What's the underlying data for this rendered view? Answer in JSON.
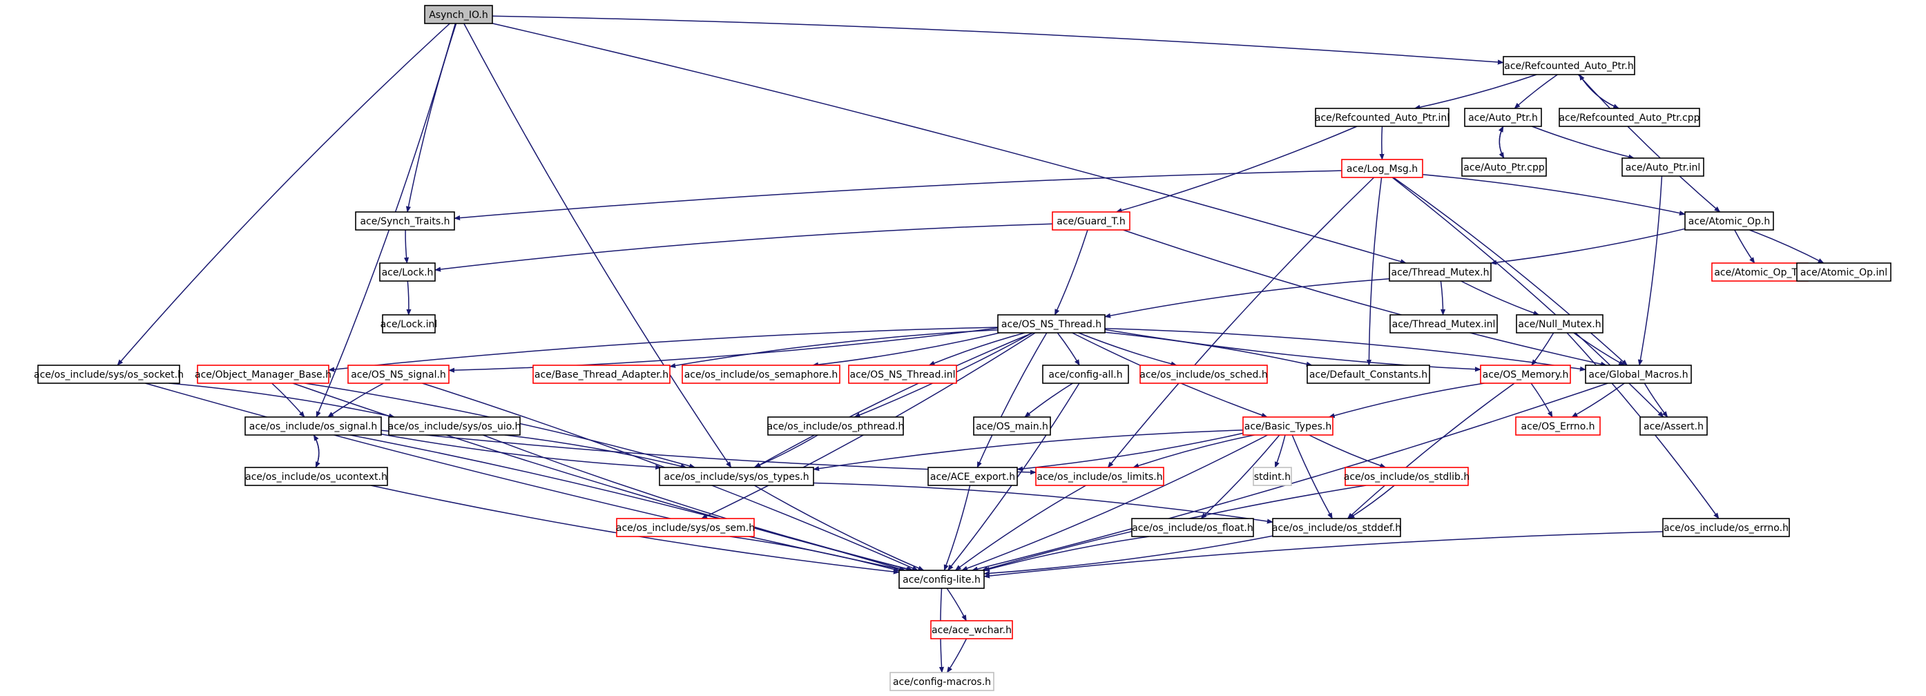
{
  "colors": {
    "edge": "#191970",
    "border_default": "#000000",
    "border_red": "#ff0000",
    "border_grey": "#bfbfbf",
    "fill_root": "#bfbfbf",
    "fill_default": "#ffffff"
  },
  "nodes": [
    {
      "id": "asynch_io",
      "label": "Asynch_IO.h",
      "style": "root"
    },
    {
      "id": "refcounted_auto_ptr_h",
      "label": "ace/Refcounted_Auto_Ptr.h",
      "style": "black"
    },
    {
      "id": "refcounted_auto_ptr_inl",
      "label": "ace/Refcounted_Auto_Ptr.inl",
      "style": "black"
    },
    {
      "id": "auto_ptr_h",
      "label": "ace/Auto_Ptr.h",
      "style": "black"
    },
    {
      "id": "refcounted_auto_ptr_cpp",
      "label": "ace/Refcounted_Auto_Ptr.cpp",
      "style": "black"
    },
    {
      "id": "auto_ptr_cpp",
      "label": "ace/Auto_Ptr.cpp",
      "style": "black"
    },
    {
      "id": "auto_ptr_inl",
      "label": "ace/Auto_Ptr.inl",
      "style": "black"
    },
    {
      "id": "log_msg",
      "label": "ace/Log_Msg.h",
      "style": "red"
    },
    {
      "id": "synch_traits",
      "label": "ace/Synch_Traits.h",
      "style": "black"
    },
    {
      "id": "guard_t",
      "label": "ace/Guard_T.h",
      "style": "red"
    },
    {
      "id": "atomic_op_h",
      "label": "ace/Atomic_Op.h",
      "style": "black"
    },
    {
      "id": "lock_h",
      "label": "ace/Lock.h",
      "style": "black"
    },
    {
      "id": "thread_mutex_h",
      "label": "ace/Thread_Mutex.h",
      "style": "black"
    },
    {
      "id": "atomic_op_t",
      "label": "ace/Atomic_Op_T.h",
      "style": "red"
    },
    {
      "id": "atomic_op_inl",
      "label": "ace/Atomic_Op.inl",
      "style": "black"
    },
    {
      "id": "lock_inl",
      "label": "ace/Lock.inl",
      "style": "black"
    },
    {
      "id": "os_ns_thread_h",
      "label": "ace/OS_NS_Thread.h",
      "style": "black"
    },
    {
      "id": "thread_mutex_inl",
      "label": "ace/Thread_Mutex.inl",
      "style": "black"
    },
    {
      "id": "null_mutex",
      "label": "ace/Null_Mutex.h",
      "style": "black"
    },
    {
      "id": "sys_socket",
      "label": "ace/os_include/sys/os_socket.h",
      "style": "black"
    },
    {
      "id": "object_manager_base",
      "label": "ace/Object_Manager_Base.h",
      "style": "red"
    },
    {
      "id": "os_ns_signal",
      "label": "ace/OS_NS_signal.h",
      "style": "red"
    },
    {
      "id": "base_thread_adapter",
      "label": "ace/Base_Thread_Adapter.h",
      "style": "red"
    },
    {
      "id": "os_semaphore",
      "label": "ace/os_include/os_semaphore.h",
      "style": "red"
    },
    {
      "id": "os_ns_thread_inl",
      "label": "ace/OS_NS_Thread.inl",
      "style": "red"
    },
    {
      "id": "config_all",
      "label": "ace/config-all.h",
      "style": "black"
    },
    {
      "id": "os_sched",
      "label": "ace/os_include/os_sched.h",
      "style": "red"
    },
    {
      "id": "default_constants",
      "label": "ace/Default_Constants.h",
      "style": "black"
    },
    {
      "id": "os_memory",
      "label": "ace/OS_Memory.h",
      "style": "red"
    },
    {
      "id": "global_macros",
      "label": "ace/Global_Macros.h",
      "style": "black"
    },
    {
      "id": "os_signal",
      "label": "ace/os_include/os_signal.h",
      "style": "black"
    },
    {
      "id": "sys_uio",
      "label": "ace/os_include/sys/os_uio.h",
      "style": "black"
    },
    {
      "id": "os_pthread",
      "label": "ace/os_include/os_pthread.h",
      "style": "black"
    },
    {
      "id": "os_main",
      "label": "ace/OS_main.h",
      "style": "black"
    },
    {
      "id": "basic_types",
      "label": "ace/Basic_Types.h",
      "style": "red"
    },
    {
      "id": "os_errno_red",
      "label": "ace/OS_Errno.h",
      "style": "red"
    },
    {
      "id": "assert_h",
      "label": "ace/Assert.h",
      "style": "black"
    },
    {
      "id": "os_ucontext",
      "label": "ace/os_include/os_ucontext.h",
      "style": "black"
    },
    {
      "id": "sys_types",
      "label": "ace/os_include/sys/os_types.h",
      "style": "black"
    },
    {
      "id": "ace_export",
      "label": "ace/ACE_export.h",
      "style": "black"
    },
    {
      "id": "os_limits",
      "label": "ace/os_include/os_limits.h",
      "style": "red"
    },
    {
      "id": "stdint",
      "label": "stdint.h",
      "style": "grey"
    },
    {
      "id": "os_stdlib",
      "label": "ace/os_include/os_stdlib.h",
      "style": "red"
    },
    {
      "id": "sys_sem",
      "label": "ace/os_include/sys/os_sem.h",
      "style": "red"
    },
    {
      "id": "os_float",
      "label": "ace/os_include/os_float.h",
      "style": "black"
    },
    {
      "id": "os_stddef",
      "label": "ace/os_include/os_stddef.h",
      "style": "black"
    },
    {
      "id": "os_errno",
      "label": "ace/os_include/os_errno.h",
      "style": "black"
    },
    {
      "id": "config_lite",
      "label": "ace/config-lite.h",
      "style": "black"
    },
    {
      "id": "ace_wchar",
      "label": "ace/ace_wchar.h",
      "style": "red"
    },
    {
      "id": "config_macros",
      "label": "ace/config-macros.h",
      "style": "grey"
    }
  ],
  "edges": [
    [
      "asynch_io",
      "refcounted_auto_ptr_h"
    ],
    [
      "asynch_io",
      "synch_traits"
    ],
    [
      "asynch_io",
      "thread_mutex_h"
    ],
    [
      "asynch_io",
      "sys_socket"
    ],
    [
      "asynch_io",
      "os_signal"
    ],
    [
      "asynch_io",
      "sys_types"
    ],
    [
      "refcounted_auto_ptr_h",
      "refcounted_auto_ptr_inl"
    ],
    [
      "refcounted_auto_ptr_h",
      "auto_ptr_h"
    ],
    [
      "refcounted_auto_ptr_h",
      "refcounted_auto_ptr_cpp"
    ],
    [
      "refcounted_auto_ptr_h",
      "atomic_op_h"
    ],
    [
      "refcounted_auto_ptr_cpp",
      "refcounted_auto_ptr_h"
    ],
    [
      "refcounted_auto_ptr_inl",
      "log_msg"
    ],
    [
      "refcounted_auto_ptr_inl",
      "guard_t"
    ],
    [
      "auto_ptr_h",
      "auto_ptr_cpp"
    ],
    [
      "auto_ptr_cpp",
      "auto_ptr_h"
    ],
    [
      "auto_ptr_h",
      "auto_ptr_inl"
    ],
    [
      "auto_ptr_inl",
      "global_macros"
    ],
    [
      "log_msg",
      "synch_traits"
    ],
    [
      "log_msg",
      "atomic_op_h"
    ],
    [
      "log_msg",
      "default_constants"
    ],
    [
      "log_msg",
      "global_macros"
    ],
    [
      "log_msg",
      "os_limits"
    ],
    [
      "log_msg",
      "assert_h"
    ],
    [
      "synch_traits",
      "lock_h"
    ],
    [
      "lock_h",
      "lock_inl"
    ],
    [
      "guard_t",
      "lock_h"
    ],
    [
      "guard_t",
      "os_ns_thread_h"
    ],
    [
      "guard_t",
      "global_macros"
    ],
    [
      "atomic_op_h",
      "thread_mutex_h"
    ],
    [
      "atomic_op_h",
      "atomic_op_t"
    ],
    [
      "atomic_op_h",
      "atomic_op_inl"
    ],
    [
      "thread_mutex_h",
      "os_ns_thread_h"
    ],
    [
      "thread_mutex_h",
      "thread_mutex_inl"
    ],
    [
      "thread_mutex_h",
      "null_mutex"
    ],
    [
      "null_mutex",
      "os_memory"
    ],
    [
      "null_mutex",
      "global_macros"
    ],
    [
      "null_mutex",
      "os_errno"
    ],
    [
      "os_ns_thread_h",
      "object_manager_base"
    ],
    [
      "os_ns_thread_h",
      "os_ns_signal"
    ],
    [
      "os_ns_thread_h",
      "base_thread_adapter"
    ],
    [
      "os_ns_thread_h",
      "os_semaphore"
    ],
    [
      "os_ns_thread_h",
      "os_ns_thread_inl"
    ],
    [
      "os_ns_thread_h",
      "config_all"
    ],
    [
      "os_ns_thread_h",
      "os_sched"
    ],
    [
      "os_ns_thread_h",
      "default_constants"
    ],
    [
      "os_ns_thread_h",
      "os_memory"
    ],
    [
      "os_ns_thread_h",
      "global_macros"
    ],
    [
      "os_ns_thread_h",
      "basic_types"
    ],
    [
      "os_ns_thread_h",
      "os_pthread"
    ],
    [
      "os_ns_thread_h",
      "ace_export"
    ],
    [
      "os_ns_thread_h",
      "sys_sem"
    ],
    [
      "os_ns_thread_h",
      "sys_types"
    ],
    [
      "sys_socket",
      "sys_uio"
    ],
    [
      "sys_socket",
      "config_lite"
    ],
    [
      "object_manager_base",
      "os_signal"
    ],
    [
      "object_manager_base",
      "config_lite"
    ],
    [
      "object_manager_base",
      "sys_types"
    ],
    [
      "os_ns_signal",
      "os_signal"
    ],
    [
      "os_ns_signal",
      "config_lite"
    ],
    [
      "config_all",
      "os_main"
    ],
    [
      "config_all",
      "config_lite"
    ],
    [
      "os_memory",
      "basic_types"
    ],
    [
      "os_memory",
      "os_errno_red"
    ],
    [
      "os_memory",
      "os_stddef"
    ],
    [
      "global_macros",
      "os_errno_red"
    ],
    [
      "global_macros",
      "assert_h"
    ],
    [
      "global_macros",
      "config_lite"
    ],
    [
      "os_signal",
      "os_ucontext"
    ],
    [
      "os_ucontext",
      "os_signal"
    ],
    [
      "os_signal",
      "sys_types"
    ],
    [
      "os_signal",
      "config_lite"
    ],
    [
      "os_signal",
      "os_limits"
    ],
    [
      "sys_uio",
      "sys_types"
    ],
    [
      "sys_uio",
      "config_lite"
    ],
    [
      "os_pthread",
      "sys_types"
    ],
    [
      "basic_types",
      "sys_types"
    ],
    [
      "basic_types",
      "ace_export"
    ],
    [
      "basic_types",
      "os_limits"
    ],
    [
      "basic_types",
      "stdint"
    ],
    [
      "basic_types",
      "os_stdlib"
    ],
    [
      "basic_types",
      "os_float"
    ],
    [
      "basic_types",
      "os_stddef"
    ],
    [
      "basic_types",
      "config_lite"
    ],
    [
      "os_ucontext",
      "config_lite"
    ],
    [
      "sys_types",
      "os_stddef"
    ],
    [
      "sys_types",
      "config_lite"
    ],
    [
      "ace_export",
      "config_lite"
    ],
    [
      "os_limits",
      "config_lite"
    ],
    [
      "os_stdlib",
      "os_stddef"
    ],
    [
      "os_stdlib",
      "config_lite"
    ],
    [
      "sys_sem",
      "config_lite"
    ],
    [
      "os_float",
      "config_lite"
    ],
    [
      "os_stddef",
      "config_lite"
    ],
    [
      "os_errno",
      "config_lite"
    ],
    [
      "config_lite",
      "ace_wchar"
    ],
    [
      "config_lite",
      "config_macros"
    ],
    [
      "ace_wchar",
      "config_macros"
    ]
  ]
}
